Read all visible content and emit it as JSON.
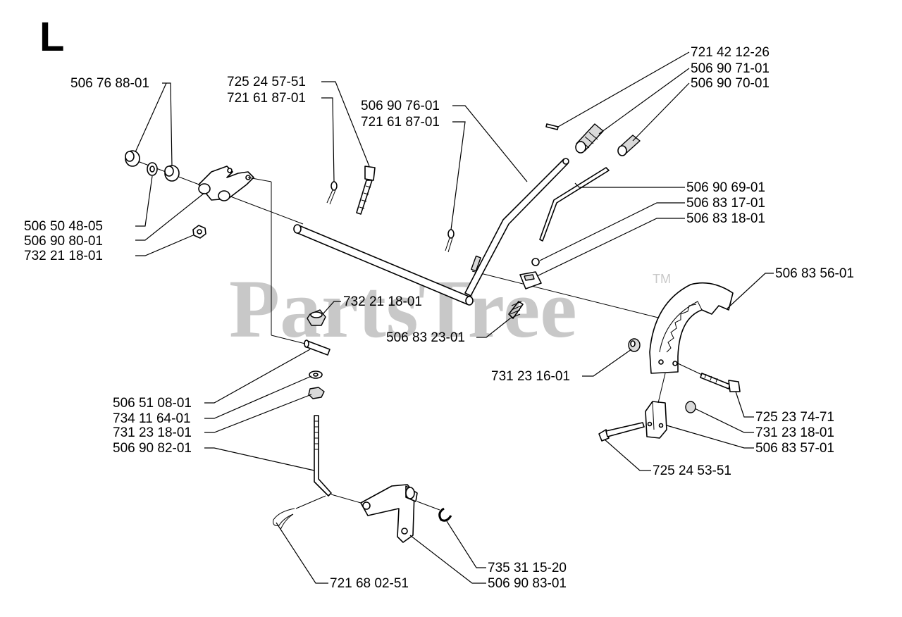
{
  "section": "L",
  "watermark": {
    "text": "PartsTree",
    "trademark": "TM"
  },
  "labels": {
    "p_721_42_12_26": "721 42 12-26",
    "p_506_90_71_01": "506 90 71-01",
    "p_506_90_70_01": "506 90 70-01",
    "p_506_76_88_01": "506 76 88-01",
    "p_725_24_57_51": "725 24 57-51",
    "p_721_61_87_01_a": "721 61 87-01",
    "p_506_90_76_01": "506 90 76-01",
    "p_721_61_87_01_b": "721 61 87-01",
    "p_506_90_69_01": "506 90 69-01",
    "p_506_83_17_01": "506 83 17-01",
    "p_506_83_18_01": "506 83 18-01",
    "p_506_50_48_05": "506 50 48-05",
    "p_506_90_80_01": "506 90 80-01",
    "p_732_21_18_01_a": "732 21 18-01",
    "p_506_83_56_01": "506 83 56-01",
    "p_732_21_18_01_b": "732 21 18-01",
    "p_506_83_23_01": "506 83 23-01",
    "p_731_23_16_01": "731 23 16-01",
    "p_506_51_08_01": "506 51 08-01",
    "p_734_11_64_01": "734 11 64-01",
    "p_731_23_18_01_a": "731 23 18-01",
    "p_506_90_82_01": "506 90 82-01",
    "p_725_23_74_71": "725 23 74-71",
    "p_731_23_18_01_b": "731 23 18-01",
    "p_506_83_57_01": "506 83 57-01",
    "p_725_24_53_51": "725 24 53-51",
    "p_735_31_15_20": "735 31 15-20",
    "p_721_68_02_51": "721 68 02-51",
    "p_506_90_83_01": "506 90 83-01"
  }
}
